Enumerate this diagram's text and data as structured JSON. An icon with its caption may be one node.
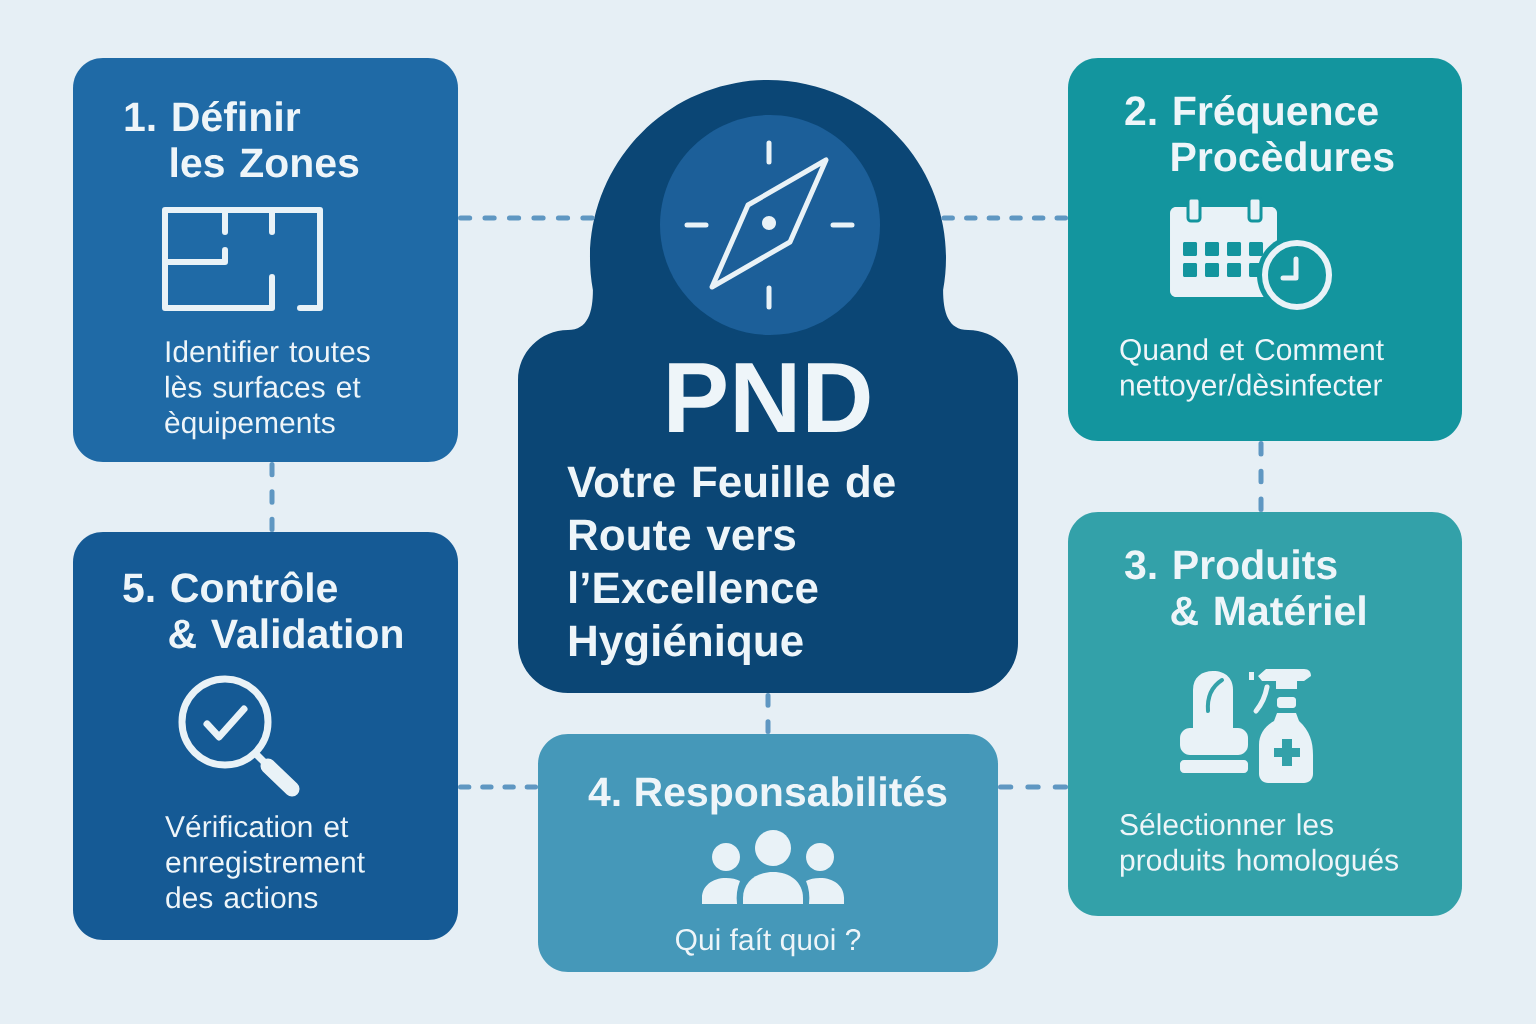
{
  "diagram": {
    "nodes": [
      {
        "text": [
          "1. Définir les Zones",
          "Identifier toutes lès surfaces et èquipements"
        ]
      },
      {
        "text": [
          "PND",
          "Votre Feuille de Route vers l’Excellence Hygiénique"
        ]
      },
      {
        "text": [
          "2. Fréquence Procèdures",
          "Quand et Comment nettoyer/dèsinfecter"
        ]
      },
      {
        "text": [
          "5. Contrôle & Validation",
          "Vérification et enregistrement des actions"
        ]
      },
      {
        "text": [
          "4. Responsabilités",
          "Qui faít quoi ?"
        ]
      },
      {
        "text": [
          "3. Produits & Matériel",
          "Sélectionner les produits homologués"
        ]
      }
    ],
    "edges": [
      {
        "from": 0,
        "to": 1,
        "arrow": "none",
        "style": "dashed"
      },
      {
        "from": 1,
        "to": 2,
        "arrow": "none",
        "style": "dashed"
      },
      {
        "from": 0,
        "to": 3,
        "arrow": "none",
        "style": "dashed"
      },
      {
        "from": 2,
        "to": 5,
        "arrow": "none",
        "style": "dashed"
      },
      {
        "from": 1,
        "to": 4,
        "arrow": "none",
        "style": "dashed"
      },
      {
        "from": 3,
        "to": 4,
        "arrow": "none",
        "style": "dashed"
      },
      {
        "from": 4,
        "to": 5,
        "arrow": "none",
        "style": "dashed"
      }
    ]
  }
}
